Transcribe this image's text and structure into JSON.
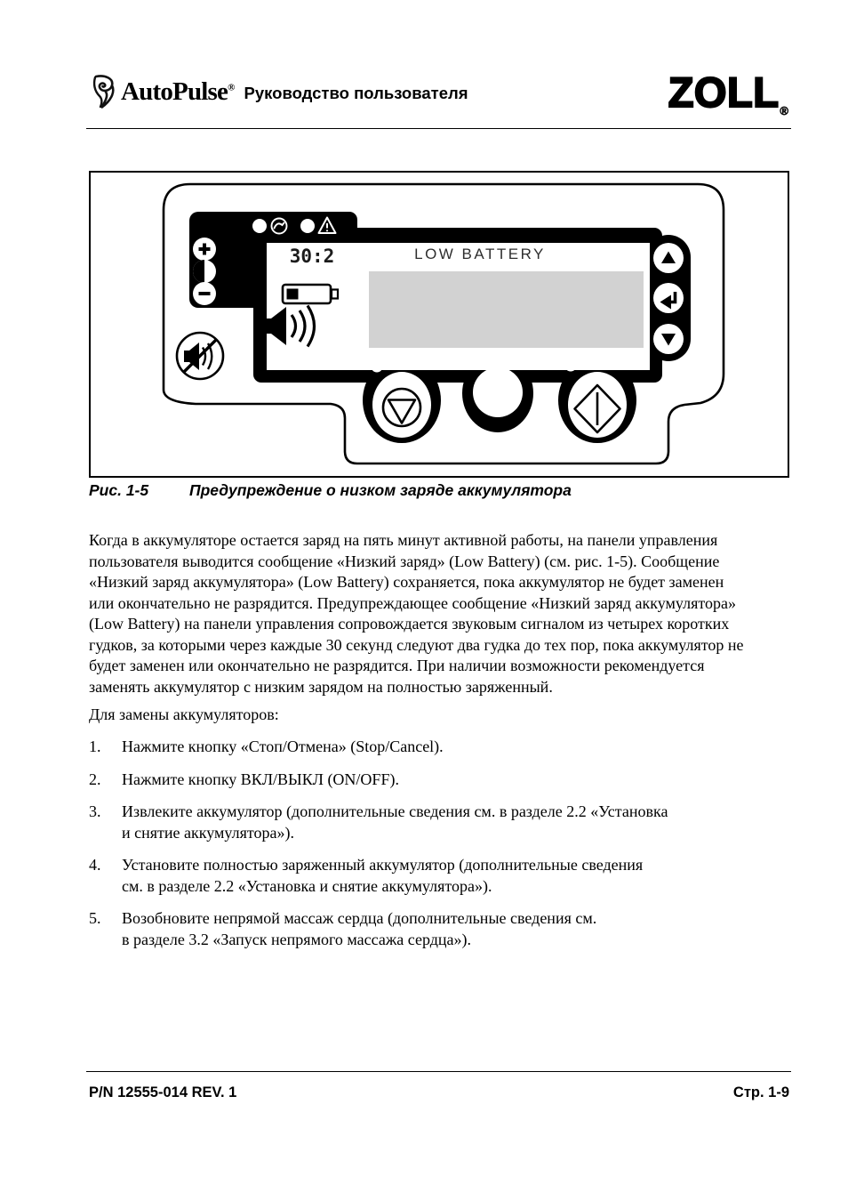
{
  "header": {
    "autopulse": "AutoPulse",
    "autopulse_reg": "®",
    "subtitle": "Руководство пользователя",
    "zoll": "ZOLL",
    "zoll_reg": "®"
  },
  "figure": {
    "caption_label": "Рис. 1-5",
    "caption_text": "Предупреждение о низком заряде аккумулятора",
    "display": {
      "ratio": "30:2",
      "message": "LOW BATTERY"
    },
    "icons": {
      "ac_power_led": "led-dot",
      "ac_power": "circle-wave",
      "alarm_led": "led-dot",
      "alarm": "warning-triangle",
      "increase": "plus",
      "contrast": "half-filled-circle",
      "decrease": "minus",
      "mute": "speaker-slash",
      "battery": "battery-low-one-bar",
      "audio": "speaker-sound-waves",
      "up": "triangle-up",
      "enter": "return-arrow",
      "down": "triangle-down",
      "stop_cancel": "triangle-in-circle",
      "on_off": "blank-circle",
      "start_continue": "diamond-with-line"
    },
    "colors": {
      "ink": "#000000",
      "message_area": "#d2d2d2",
      "lcd_text": "#2e2e2e"
    }
  },
  "body": {
    "p1": "Когда в аккумуляторе остается заряд на пять минут активной работы, на панели управления\nпользователя выводится сообщение «Низкий заряд» (Low Battery) (см. рис. 1-5). Сообщение\n«Низкий заряд аккумулятора» (Low Battery) сохраняется, пока аккумулятор не будет заменен\nили окончательно не разрядится. Предупреждающее сообщение «Низкий заряд аккумулятора»\n(Low Battery) на панели управления сопровождается звуковым сигналом из четырех коротких\nгудков, за которыми через каждые 30 секунд следуют два гудка до тех пор, пока аккумулятор не\nбудет заменен или окончательно не разрядится. При наличии возможности рекомендуется\nзаменять аккумулятор с низким зарядом на полностью заряженный.",
    "p2": "Для замены аккумуляторов:",
    "steps": [
      {
        "num": "1.",
        "text": "Нажмите кнопку «Стоп/Отмена» (Stop/Cancel)."
      },
      {
        "num": "2.",
        "text": "Нажмите кнопку ВКЛ/ВЫКЛ (ON/OFF)."
      },
      {
        "num": "3.",
        "text": "Извлеките аккумулятор (дополнительные сведения см. в разделе 2.2 «Установка\nи снятие аккумулятора»)."
      },
      {
        "num": "4.",
        "text": "Установите полностью заряженный аккумулятор (дополнительные сведения\nсм. в разделе 2.2 «Установка и снятие аккумулятора»)."
      },
      {
        "num": "5.",
        "text": "Возобновите непрямой массаж сердца (дополнительные сведения см.\nв разделе 3.2 «Запуск непрямого массажа сердца»)."
      }
    ]
  },
  "footer": {
    "left": "P/N 12555-014 REV. 1",
    "right": "Стр. 1-9"
  }
}
